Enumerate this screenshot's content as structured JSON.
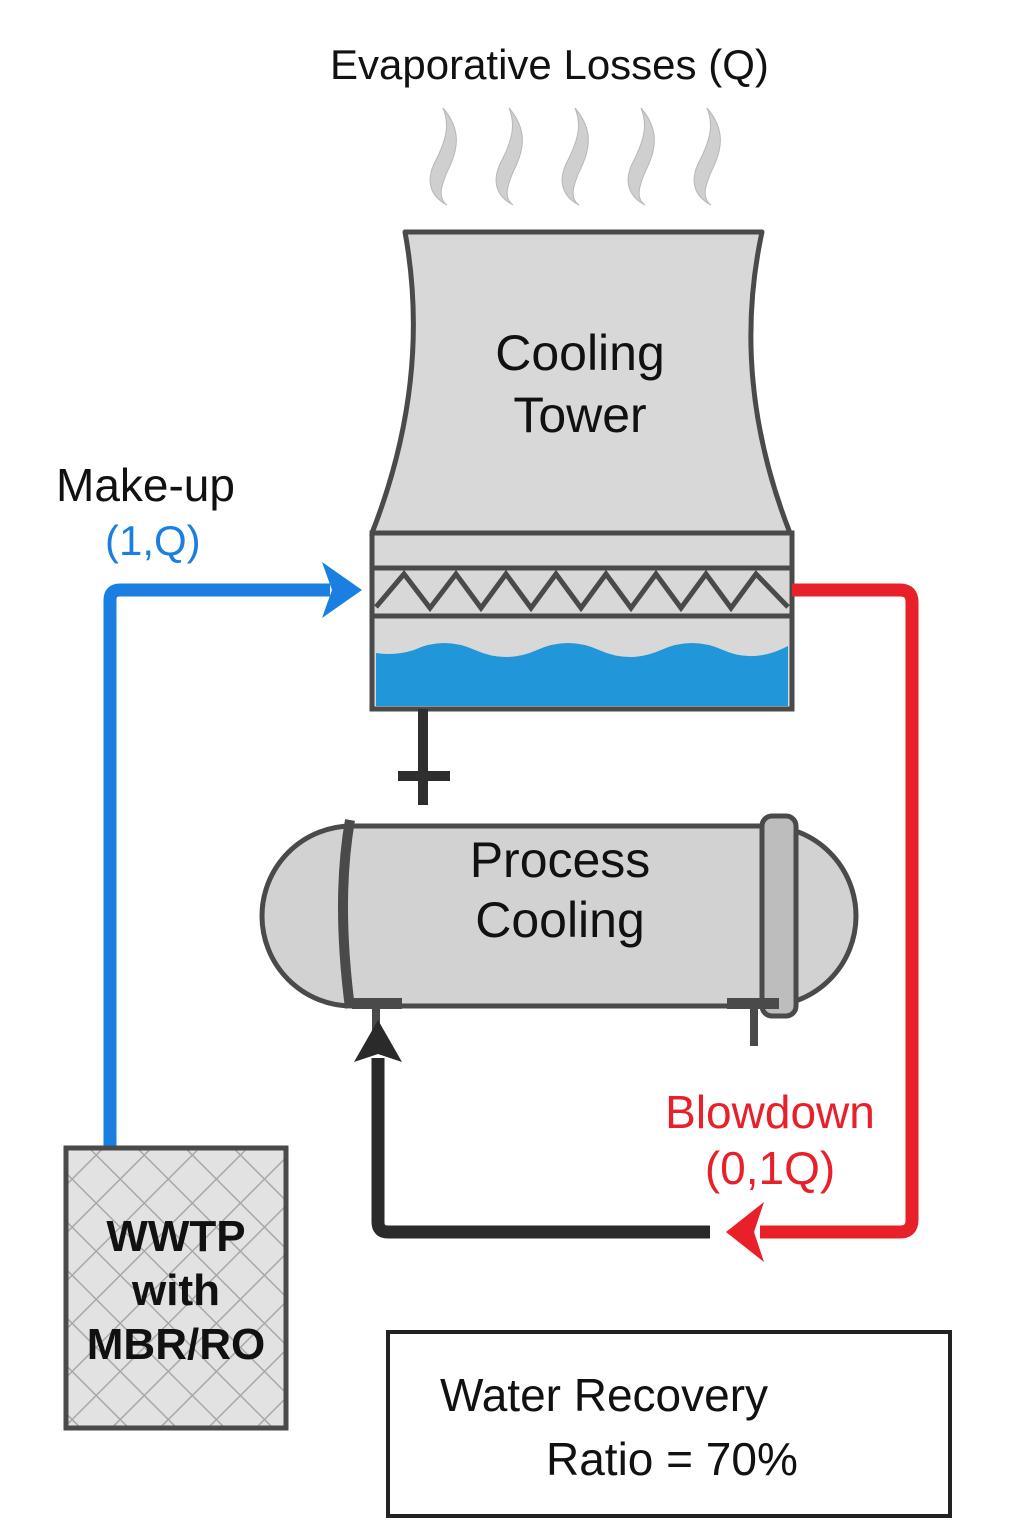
{
  "title": "Evaporative Losses (Q)",
  "colors": {
    "makeup": "#1a7fe0",
    "blowdown": "#e8202a",
    "return": "#2a2a2a",
    "water": "#2196d8",
    "equipment_fill": "#d8d8d8",
    "equipment_stroke": "#4a4a4a",
    "steam": "#cccccc"
  },
  "cooling_tower": {
    "line1": "Cooling",
    "line2": "Tower"
  },
  "process_cooling": {
    "line1": "Process",
    "line2": "Cooling"
  },
  "makeup": {
    "label": "Make-up",
    "flow": "(1,Q)"
  },
  "blowdown": {
    "label": "Blowdown",
    "flow": "(0,1Q)"
  },
  "wwtp": {
    "line1": "WWTP",
    "line2": "with",
    "line3": "MBR/RO"
  },
  "recovery": {
    "line1": "Water Recovery",
    "line2": "Ratio = 70%",
    "ratio_percent": 70
  }
}
